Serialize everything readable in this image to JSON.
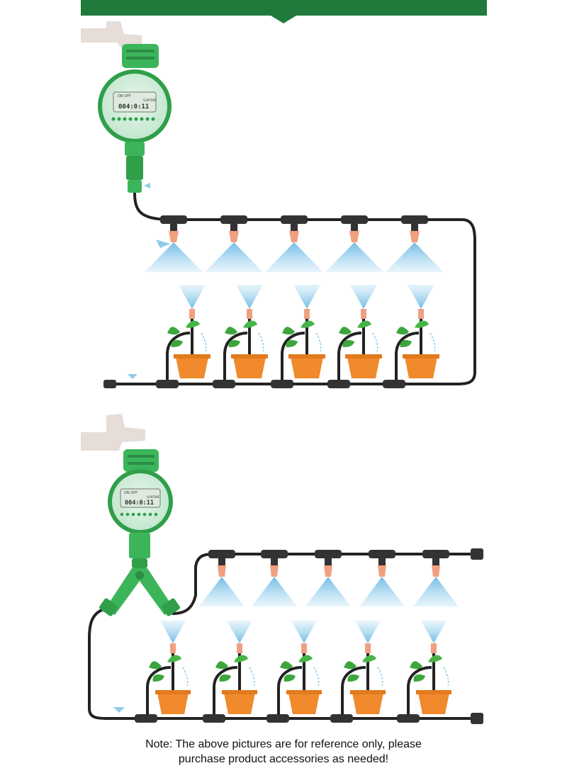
{
  "timer": {
    "display_value": "004:0:11",
    "display_label_left": "ON OFF",
    "display_label_right": "SUNTIME"
  },
  "note": {
    "line1": "Note: The above pictures are for reference only, please",
    "line2": "purchase product accessories as needed!"
  },
  "colors": {
    "banner": "#1f7a3c",
    "pipe": "#222222",
    "timer_green": "#3cb55a",
    "pot": "#f08a2c",
    "spray": "#8ecbea",
    "nozzle": "#f0a080"
  }
}
